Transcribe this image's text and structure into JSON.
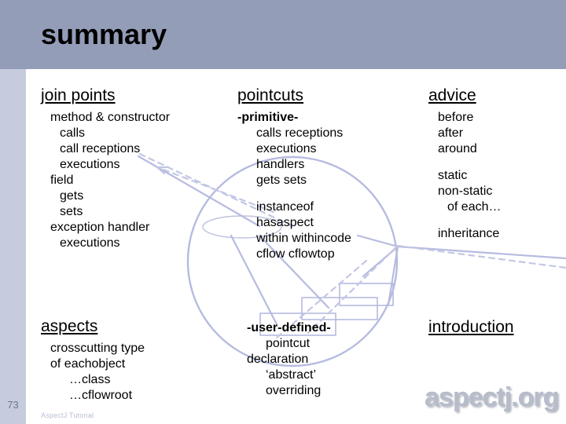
{
  "slide": {
    "title": "summary",
    "number": "73",
    "footer": "AspectJ Tutorial",
    "wordmark": "aspectj.org"
  },
  "colors": {
    "header_bar": "#939db8",
    "side_strip": "#c6ccde",
    "diagram_stroke": "#b6bbe0",
    "text": "#000000",
    "wordmark": "#b6bcca"
  },
  "columns": {
    "join_points": {
      "heading": "join points",
      "items": [
        "method & constructor",
        "calls",
        "call receptions",
        "executions",
        "field",
        "gets",
        "sets",
        "exception handler",
        "executions"
      ]
    },
    "aspects": {
      "heading": "aspects",
      "items": [
        "crosscutting type",
        "of eachobject",
        "…class",
        "…cflowroot"
      ]
    },
    "pointcuts": {
      "heading": "pointcuts",
      "primitive_label": "-primitive-",
      "primitive_items": [
        "calls receptions",
        "executions",
        "handlers",
        "gets  sets"
      ],
      "primitive_items_2": [
        "instanceof",
        "hasaspect",
        "within withincode",
        "cflow cflowtop"
      ]
    },
    "user_defined": {
      "label": "-user-defined-",
      "items": [
        "pointcut",
        "declaration",
        "‘abstract’",
        "overriding"
      ]
    },
    "advice": {
      "heading": "advice",
      "items_1": [
        "before",
        "after",
        "around"
      ],
      "items_2": [
        "static",
        "non-static",
        "of each…"
      ],
      "items_3": [
        "inheritance"
      ]
    },
    "introduction": {
      "heading": "introduction"
    }
  }
}
